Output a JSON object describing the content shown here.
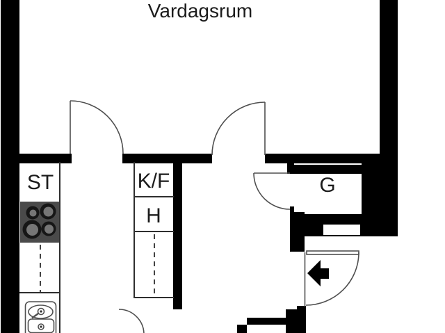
{
  "title": "Vardagsrum",
  "labels": {
    "cleaning_closet": "ST",
    "fridge_freezer": "K/F",
    "cabinet": "H",
    "wardrobe": "G"
  },
  "icons": {
    "entrance_arrow": "left-arrow-icon",
    "stove": "four-burner-stove-icon",
    "sink": "double-basin-sink-icon"
  },
  "colors": {
    "background": "#ffffff",
    "wall": "#000000",
    "thin_line": "#2e2e2e",
    "door_line": "#4f4f4f",
    "text": "#1c1c1c",
    "stove_body": "#4a4a4a",
    "burner_ring": "#161616",
    "burner_center": "#767676"
  }
}
